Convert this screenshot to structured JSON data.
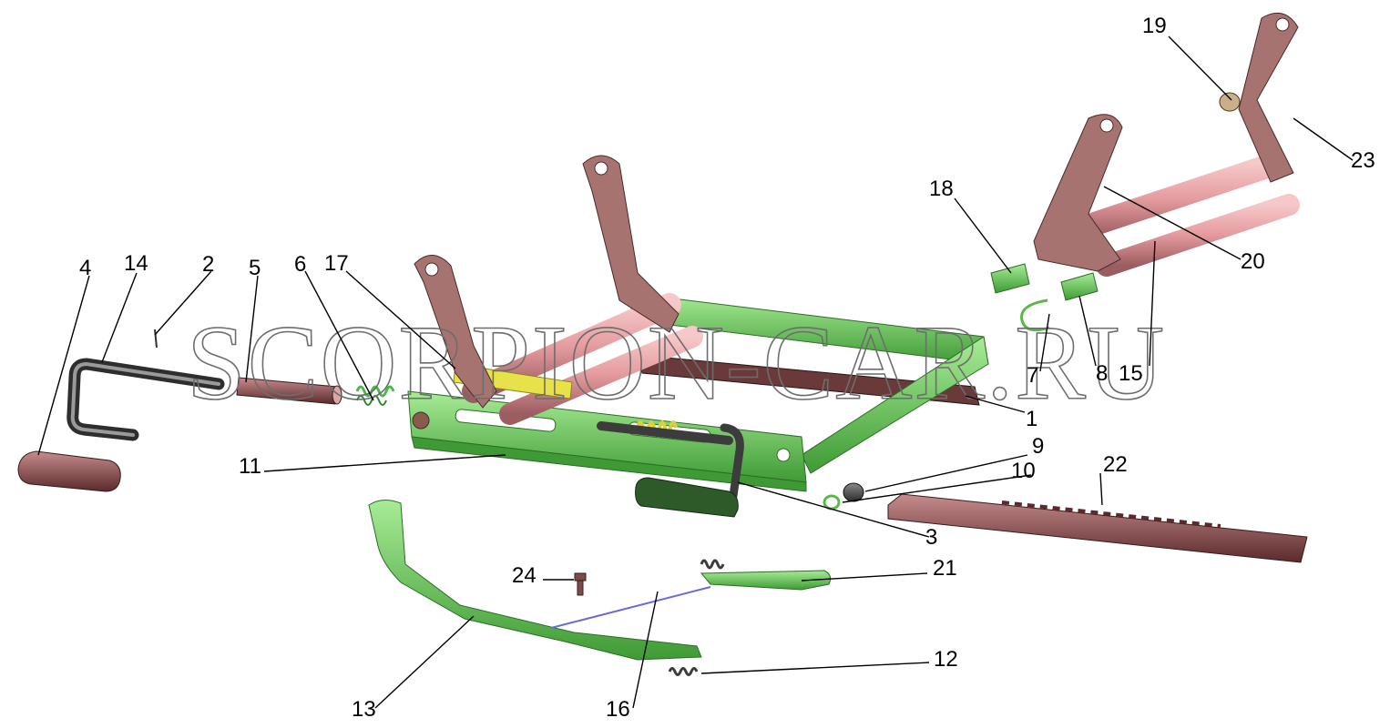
{
  "watermark": "SCORPION-CAR.RU",
  "callouts": [
    {
      "id": "c1",
      "text": "1"
    },
    {
      "id": "c2",
      "text": "2"
    },
    {
      "id": "c3",
      "text": "3"
    },
    {
      "id": "c4",
      "text": "4"
    },
    {
      "id": "c5",
      "text": "5"
    },
    {
      "id": "c6",
      "text": "6"
    },
    {
      "id": "c7",
      "text": "7"
    },
    {
      "id": "c8",
      "text": "8"
    },
    {
      "id": "c9",
      "text": "9"
    },
    {
      "id": "c10",
      "text": "10"
    },
    {
      "id": "c11",
      "text": "11"
    },
    {
      "id": "c12",
      "text": "12"
    },
    {
      "id": "c13",
      "text": "13"
    },
    {
      "id": "c14",
      "text": "14"
    },
    {
      "id": "c15",
      "text": "15"
    },
    {
      "id": "c16",
      "text": "16"
    },
    {
      "id": "c17",
      "text": "17"
    },
    {
      "id": "c18",
      "text": "18"
    },
    {
      "id": "c19",
      "text": "19"
    },
    {
      "id": "c20",
      "text": "20"
    },
    {
      "id": "c21",
      "text": "21"
    },
    {
      "id": "c22",
      "text": "22"
    },
    {
      "id": "c23",
      "text": "23"
    },
    {
      "id": "c24",
      "text": "24"
    }
  ],
  "colors": {
    "frame_green": "#6fcf5f",
    "frame_green_dark": "#3f9a35",
    "bracket_mauve": "#b07c78",
    "bracket_mauve_dark": "#7a4d4a",
    "rod_pink": "#e4a0a3",
    "spring_yellow": "#e8e24a",
    "rod_dark": "#3c3c3c",
    "cable_blue": "#6a6ad8"
  }
}
